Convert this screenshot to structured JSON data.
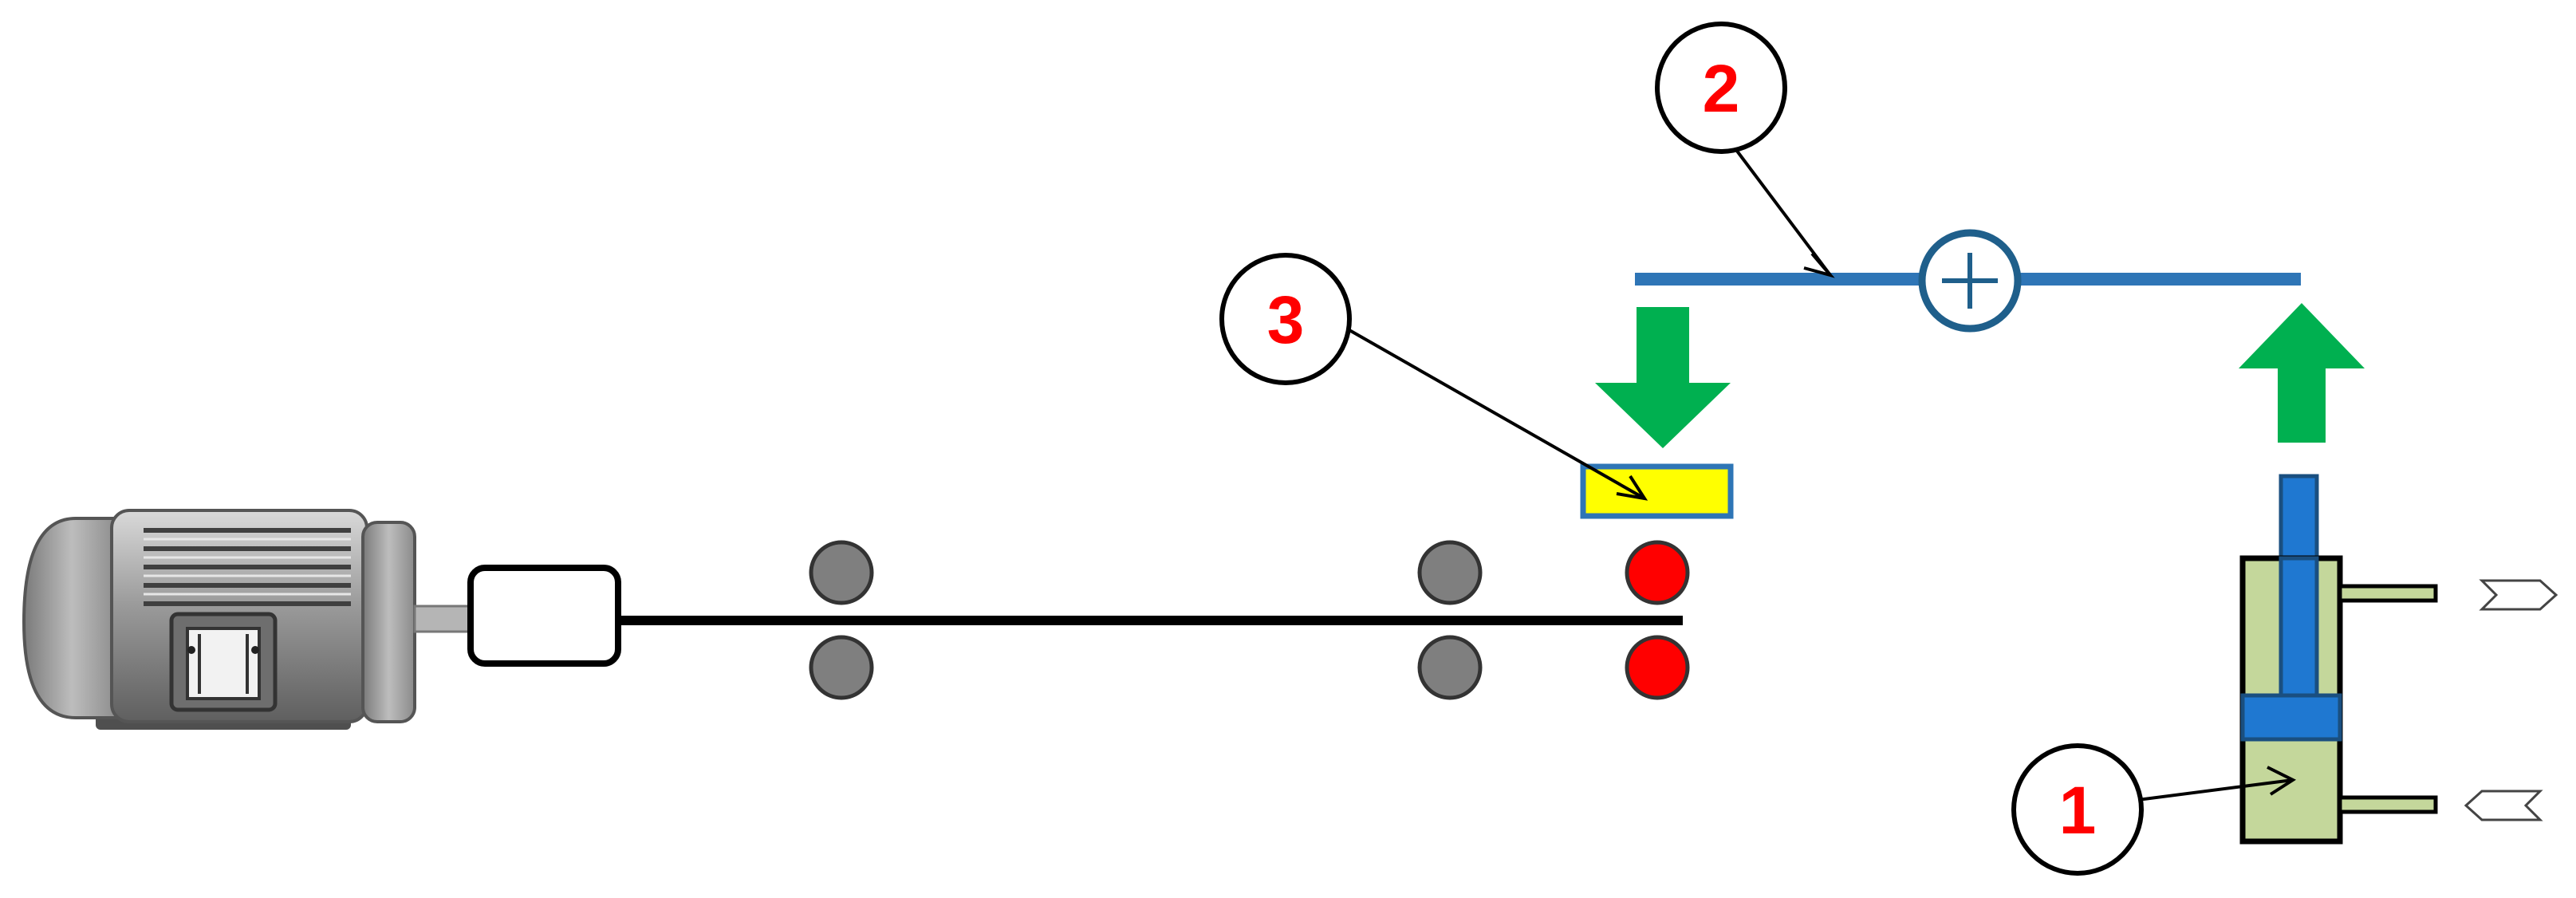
{
  "callouts": [
    {
      "id": "cylinder",
      "label": "1"
    },
    {
      "id": "lever",
      "label": "2"
    },
    {
      "id": "pad",
      "label": "3"
    }
  ],
  "colors": {
    "stroke": "#000000",
    "callout_text": "#ff0000",
    "motor_body": "#9a9a9a",
    "motor_dark": "#6e6e6e",
    "motor_light": "#cfcfcf",
    "roller_grey": "#7f7f7f",
    "roller_active": "#ff0000",
    "lever_blue": "#2e75b6",
    "pivot_stroke": "#1f5f8b",
    "arrow_green": "#00b050",
    "pad_yellow": "#ffff00",
    "pad_stroke": "#2e75b6",
    "cylinder_green": "#c4d79b",
    "piston_blue": "#1f78d1",
    "port_arrow_fill": "#ffffff"
  },
  "icons": [
    "motor-icon",
    "coupling-icon",
    "roller-icon",
    "pivot-plus-icon",
    "down-arrow-icon",
    "up-arrow-icon",
    "port-arrow-icon"
  ]
}
